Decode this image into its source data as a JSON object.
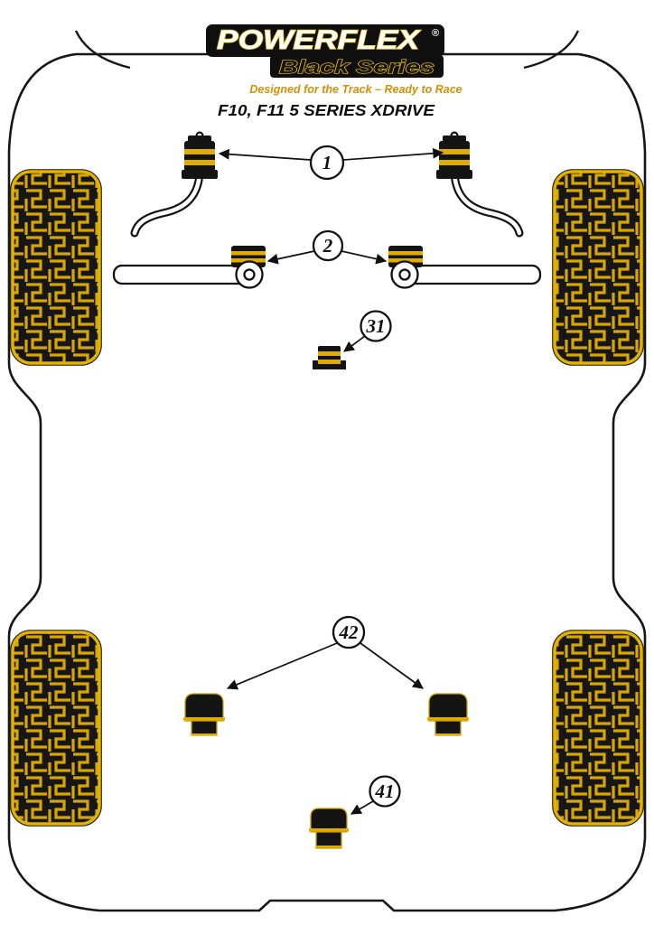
{
  "brand": {
    "logo_text": "POWERFLEX",
    "registered_mark": "®",
    "series_text": "Black Series",
    "tagline": "Designed for the Track – Ready to Race",
    "title": "F10, F11 5 SERIES XDRIVE"
  },
  "callouts": [
    {
      "id": "1",
      "label": "1"
    },
    {
      "id": "2",
      "label": "2"
    },
    {
      "id": "31",
      "label": "31"
    },
    {
      "id": "42",
      "label": "42"
    },
    {
      "id": "41",
      "label": "41"
    }
  ],
  "colors": {
    "accent_yellow": "#F3C400",
    "tread_yellow": "#D8A600",
    "tagline_orange": "#D59000",
    "diagram_black": "#141414",
    "background": "#FFFFFF"
  }
}
